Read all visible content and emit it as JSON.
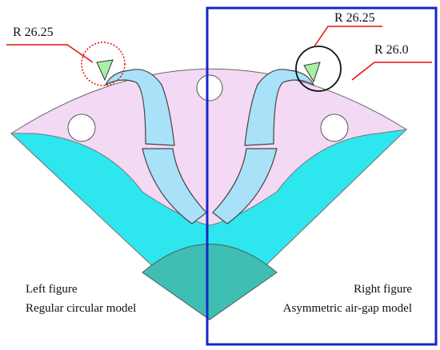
{
  "annotations": {
    "left_radius": "R 26.25",
    "right_radius_inner": "R 26.25",
    "right_radius_outer": "R 26.0"
  },
  "captions": {
    "left_line1": "Left figure",
    "left_line2": "Regular circular model",
    "right_line1": "Right figure",
    "right_line2": "Asymmetric air-gap model"
  },
  "colors": {
    "rotor_fill": "#f3d9f3",
    "magnet_fill": "#a9e1f8",
    "lower_fill": "#2ee6ee",
    "shaft_fill": "#3fbfb3",
    "flux_barrier": "#a6f0a6",
    "highlight_box": "#1428c8",
    "pointer_red": "#e01010",
    "circle_black": "#111111",
    "circle_red_dotted": "#e01010"
  },
  "icons": {
    "left_marker": "dotted-circle",
    "right_marker": "solid-circle"
  }
}
